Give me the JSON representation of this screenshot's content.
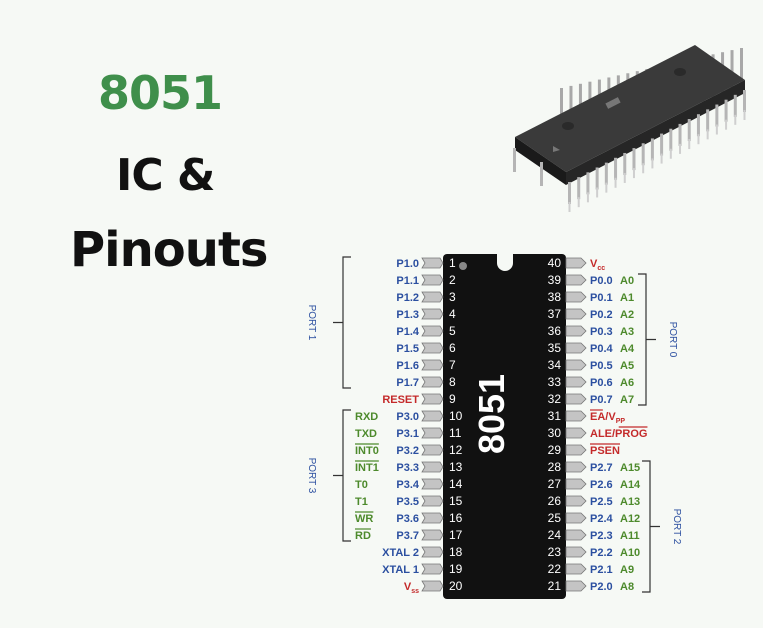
{
  "title": {
    "line1": "8051",
    "line2": "IC &",
    "line3": "Pinouts"
  },
  "chip_label": "8051",
  "colors": {
    "title_green": "#3f8f4b",
    "pin_blue": "#2b4fa0",
    "signal_red": "#c42a2a",
    "alt_green": "#4d8a2c",
    "chip_body": "#111111"
  },
  "ports": {
    "port1": "PORT 1",
    "port3": "PORT 3",
    "port0": "PORT 0",
    "port2": "PORT 2"
  },
  "left_pins": [
    {
      "num": "1",
      "name": "P1.0",
      "kind": "port"
    },
    {
      "num": "2",
      "name": "P1.1",
      "kind": "port"
    },
    {
      "num": "3",
      "name": "P1.2",
      "kind": "port"
    },
    {
      "num": "4",
      "name": "P1.3",
      "kind": "port"
    },
    {
      "num": "5",
      "name": "P1.4",
      "kind": "port"
    },
    {
      "num": "6",
      "name": "P1.5",
      "kind": "port"
    },
    {
      "num": "7",
      "name": "P1.6",
      "kind": "port"
    },
    {
      "num": "8",
      "name": "P1.7",
      "kind": "port"
    },
    {
      "num": "9",
      "name": "RESET",
      "kind": "signal"
    },
    {
      "num": "10",
      "name": "P3.0",
      "kind": "port",
      "alt": "RXD",
      "alt_bar": false
    },
    {
      "num": "11",
      "name": "P3.1",
      "kind": "port",
      "alt": "TXD",
      "alt_bar": false
    },
    {
      "num": "12",
      "name": "P3.2",
      "kind": "port",
      "alt": "INT0",
      "alt_bar": true
    },
    {
      "num": "13",
      "name": "P3.3",
      "kind": "port",
      "alt": "INT1",
      "alt_bar": true
    },
    {
      "num": "14",
      "name": "P3.4",
      "kind": "port",
      "alt": "T0",
      "alt_bar": false
    },
    {
      "num": "15",
      "name": "P3.5",
      "kind": "port",
      "alt": "T1",
      "alt_bar": false
    },
    {
      "num": "16",
      "name": "P3.6",
      "kind": "port",
      "alt": "WR",
      "alt_bar": true
    },
    {
      "num": "17",
      "name": "P3.7",
      "kind": "port",
      "alt": "RD",
      "alt_bar": true
    },
    {
      "num": "18",
      "name": "XTAL 2",
      "kind": "port"
    },
    {
      "num": "19",
      "name": "XTAL 1",
      "kind": "port"
    },
    {
      "num": "20",
      "name": "V",
      "kind": "signal",
      "sub": "ss"
    }
  ],
  "right_pins": [
    {
      "num": "40",
      "name": "V",
      "kind": "signal",
      "sub": "cc"
    },
    {
      "num": "39",
      "name": "P0.0",
      "kind": "port",
      "alt": "A0"
    },
    {
      "num": "38",
      "name": "P0.1",
      "kind": "port",
      "alt": "A1"
    },
    {
      "num": "37",
      "name": "P0.2",
      "kind": "port",
      "alt": "A2"
    },
    {
      "num": "36",
      "name": "P0.3",
      "kind": "port",
      "alt": "A3"
    },
    {
      "num": "35",
      "name": "P0.4",
      "kind": "port",
      "alt": "A4"
    },
    {
      "num": "34",
      "name": "P0.5",
      "kind": "port",
      "alt": "A5"
    },
    {
      "num": "33",
      "name": "P0.6",
      "kind": "port",
      "alt": "A6"
    },
    {
      "num": "32",
      "name": "P0.7",
      "kind": "port",
      "alt": "A7"
    },
    {
      "num": "31",
      "name": "EA/V",
      "kind": "signal",
      "sub": "PP",
      "bar": "EA"
    },
    {
      "num": "30",
      "name": "ALE/PROG",
      "kind": "signal",
      "bar": "PROG"
    },
    {
      "num": "29",
      "name": "PSEN",
      "kind": "signal",
      "bar": "PSEN"
    },
    {
      "num": "28",
      "name": "P2.7",
      "kind": "port",
      "alt": "A15"
    },
    {
      "num": "27",
      "name": "P2.6",
      "kind": "port",
      "alt": "A14"
    },
    {
      "num": "26",
      "name": "P2.5",
      "kind": "port",
      "alt": "A13"
    },
    {
      "num": "25",
      "name": "P2.4",
      "kind": "port",
      "alt": "A12"
    },
    {
      "num": "24",
      "name": "P2.3",
      "kind": "port",
      "alt": "A11"
    },
    {
      "num": "23",
      "name": "P2.2",
      "kind": "port",
      "alt": "A10"
    },
    {
      "num": "22",
      "name": "P2.1",
      "kind": "port",
      "alt": "A9"
    },
    {
      "num": "21",
      "name": "P2.0",
      "kind": "port",
      "alt": "A8"
    }
  ]
}
